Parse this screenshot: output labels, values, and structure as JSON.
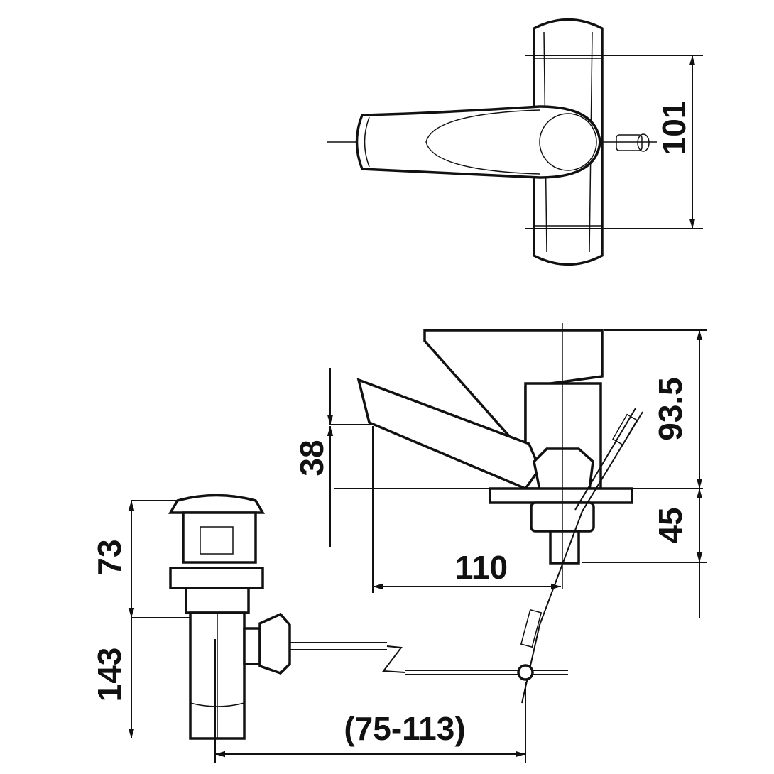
{
  "drawing": {
    "top_view": {
      "width_dim": "101"
    },
    "side_view": {
      "height_dim": "93.5",
      "spout_height_dim": "38",
      "below_deck_dim": "45",
      "spout_reach_dim": "110"
    },
    "drain": {
      "upper_dim": "73",
      "lower_dim": "143",
      "range_dim": "(75-113)"
    },
    "colors": {
      "line": "#111111",
      "background": "#ffffff"
    }
  }
}
